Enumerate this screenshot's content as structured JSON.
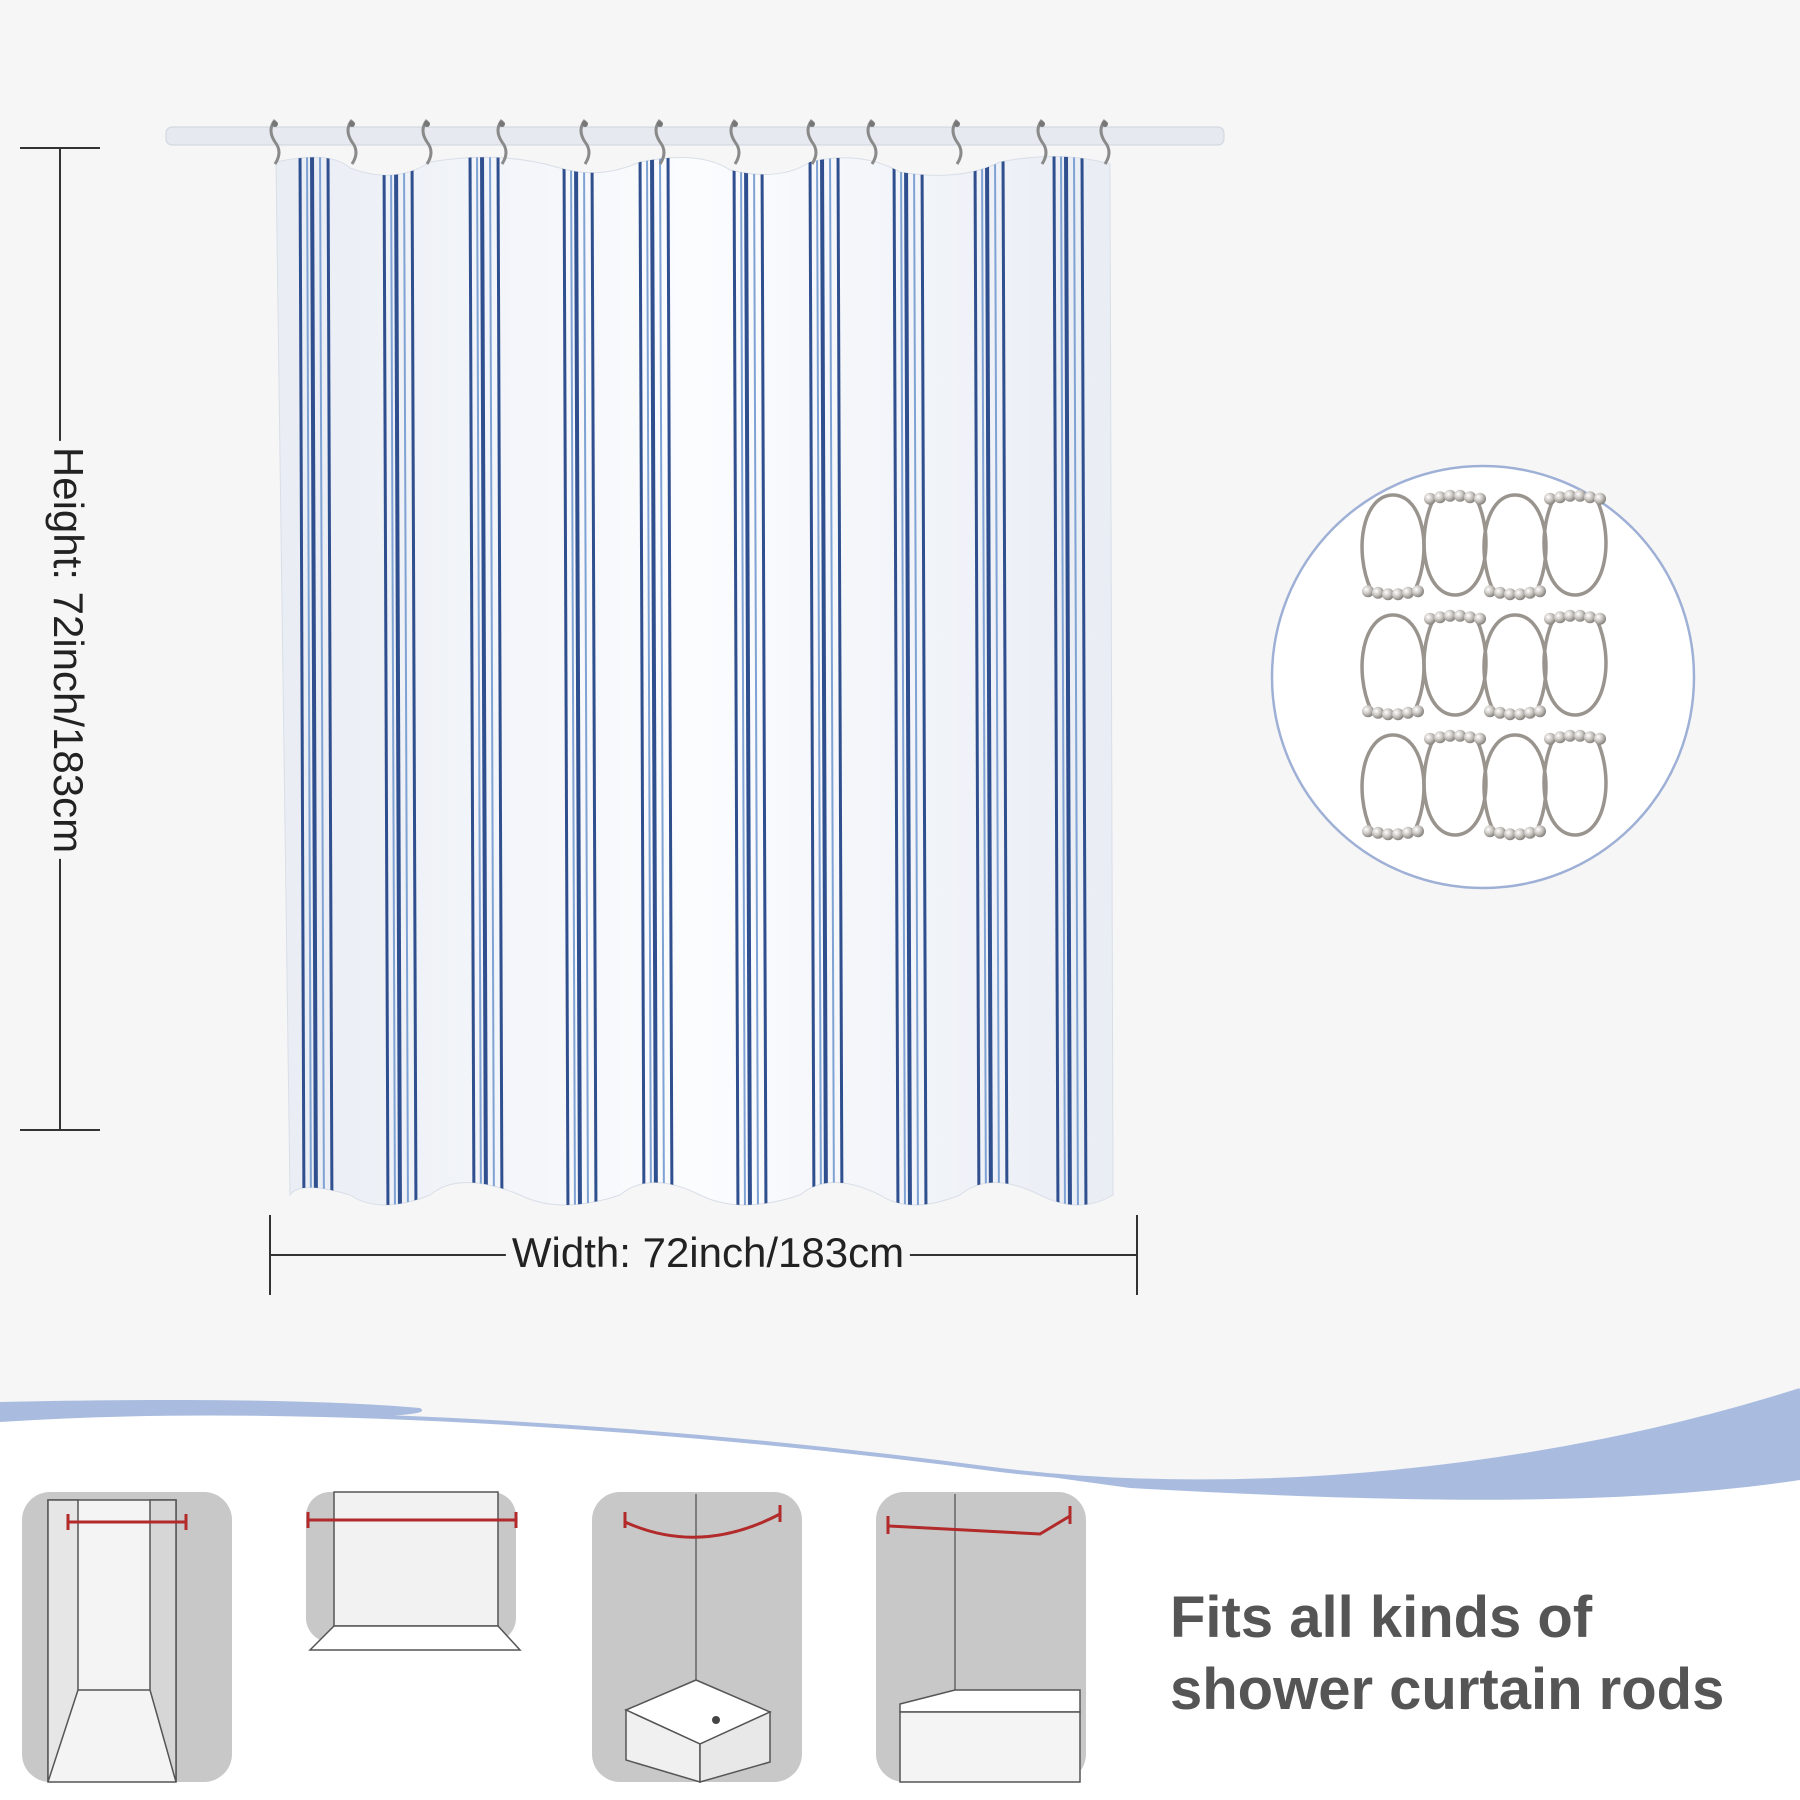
{
  "dimensions": {
    "height_label": "Height: 72inch/183cm",
    "width_label": "Width: 72inch/183cm"
  },
  "features": {
    "fit_line_1": "Fits all kinds of",
    "fit_line_2": "shower curtain rods"
  },
  "accessory": {
    "hook_rings": 12
  },
  "rod_styles": [
    {
      "name": "straight-rod-walk-in"
    },
    {
      "name": "straight-rod-tub"
    },
    {
      "name": "curved-rod-corner"
    },
    {
      "name": "l-shaped-rod-corner-tub"
    }
  ],
  "colors": {
    "background": "#f6f6f6",
    "stripe_navy": "#2f4f8f",
    "stripe_light": "#7fa2d4",
    "wave_blue": "#9fb4de",
    "rod_red": "#b22a2a",
    "panel_gray": "#c8c8c8"
  }
}
